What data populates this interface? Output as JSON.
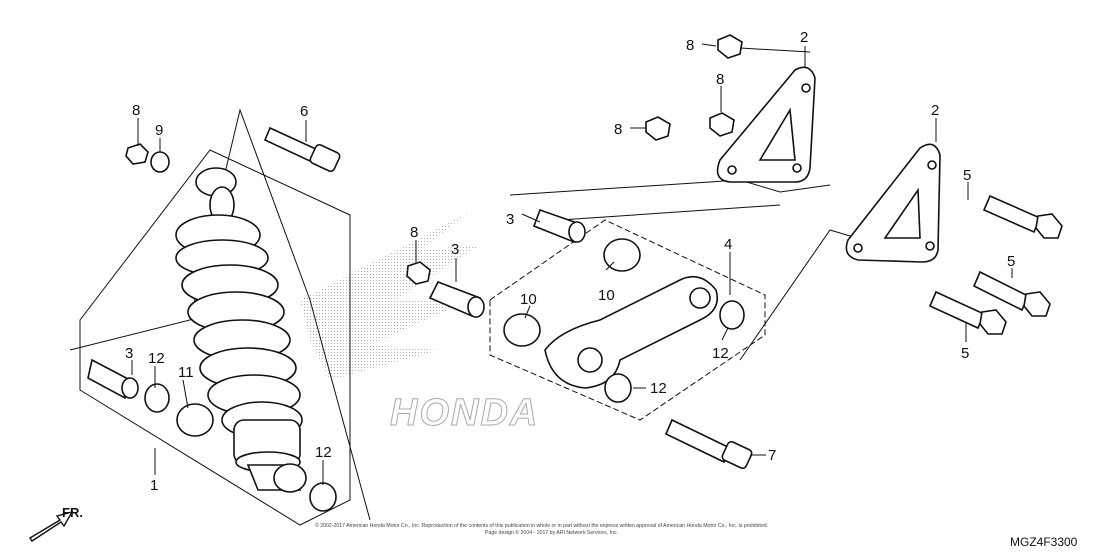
{
  "callouts": {
    "c1": "1",
    "c2a": "2",
    "c2b": "2",
    "c3a": "3",
    "c3b": "3",
    "c3c": "3",
    "c4": "4",
    "c5a": "5",
    "c5b": "5",
    "c5c": "5",
    "c6": "6",
    "c7": "7",
    "c8a": "8",
    "c8b": "8",
    "c8c": "8",
    "c8d": "8",
    "c8e": "8",
    "c9": "9",
    "c10a": "10",
    "c10b": "10",
    "c11": "11",
    "c12a": "12",
    "c12b": "12",
    "c12c": "12",
    "c12d": "12"
  },
  "watermark": "HONDA",
  "copyright": {
    "line1": "© 2002-2017 American Honda Motor Co., Inc. Reproduction of the contents of this publication in whole or in part without the express written approval of American Honda Motor Co., Inc. is prohibited.",
    "line2": "Page design © 2004 - 2017 by ARI Network Services, Inc."
  },
  "diagram_code": "MGZ4F3300",
  "direction_label": "FR."
}
